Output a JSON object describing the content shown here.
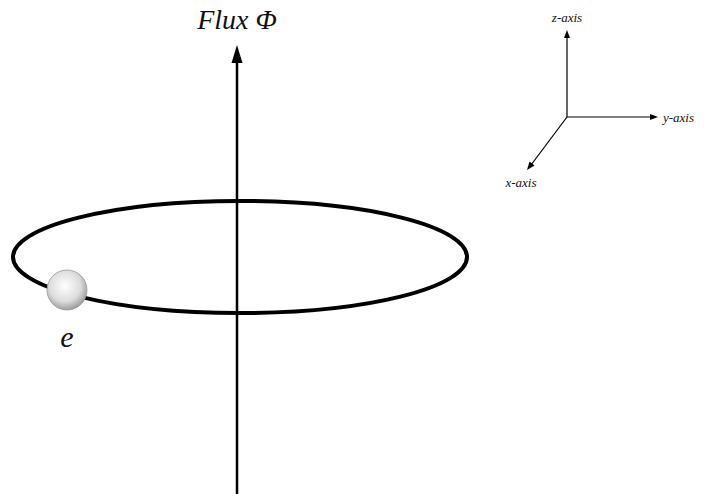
{
  "diagram": {
    "labels": [
      "Flux Φ",
      "e",
      "z-axis",
      "y-axis",
      "x-axis"
    ]
  }
}
